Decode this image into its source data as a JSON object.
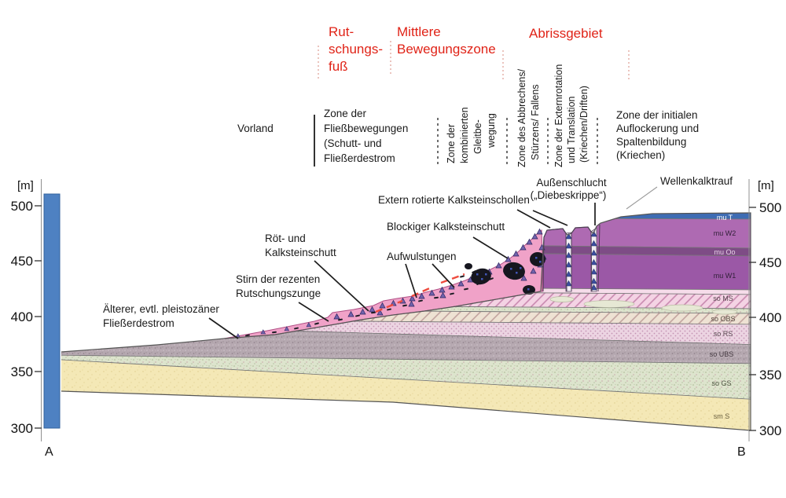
{
  "zone_headers": {
    "color": "#e02317",
    "rutschungsfuss": {
      "l1": "Rut-",
      "l2": "schungs-",
      "l3": "fuß"
    },
    "mittlere": {
      "l1": "Mittlere",
      "l2": "Bewegungszone"
    },
    "abrissgebiet": "Abrissgebiet"
  },
  "zone_labels": {
    "vorland": "Vorland",
    "fliessbewegungen": {
      "l1": "Zone der",
      "l2": "Fließbewegungen",
      "l3": "(Schutt- und",
      "l4": "Fließerdestrom"
    },
    "gleitbewegung": {
      "l1": "Zone der",
      "l2": "kombinierten",
      "l3": "Gleitbe-",
      "l4": "wegung"
    },
    "abbrechen": {
      "l1": "Zone des Abbrechens/",
      "l2": "Stürzens/ Fallens"
    },
    "externrotation": {
      "l1": "Zone der Externrotation",
      "l2": "und Translation",
      "l3": "(Kriechen/Driften)"
    },
    "auflockerung": {
      "l1": "Zone der initialen",
      "l2": "Auflockerung und",
      "l3": "Spaltenbildung",
      "l4": "(Kriechen)"
    }
  },
  "annotations": {
    "aussenschlucht": {
      "l1": "Außenschlucht",
      "l2": "(„Diebeskrippe“)"
    },
    "wellenkalktrauf": "Wellenkalktrauf",
    "extern_rotierte": "Extern rotierte Kalksteinschollen",
    "blockiger": "Blockiger Kalksteinschutt",
    "aufwulstungen": "Aufwulstungen",
    "roet": {
      "l1": "Röt- und",
      "l2": "Kalksteinschutt"
    },
    "stirn": {
      "l1": "Stirn der rezenten",
      "l2": "Rutschungszunge"
    },
    "aelterer": {
      "l1": "Älterer, evtl. pleistozäner",
      "l2": "Fließerdestrom"
    }
  },
  "axes": {
    "unit": "[m]",
    "ticks": [
      "500",
      "450",
      "400",
      "350",
      "300"
    ],
    "profile_start": "A",
    "profile_end": "B"
  },
  "strata": [
    {
      "code": "mu T"
    },
    {
      "code": "mu W2"
    },
    {
      "code": "mu Oo"
    },
    {
      "code": "mu W1"
    },
    {
      "code": "so MS"
    },
    {
      "code": "so OBS"
    },
    {
      "code": "so RS"
    },
    {
      "code": "so UBS"
    },
    {
      "code": "so GS"
    },
    {
      "code": "sm S"
    }
  ],
  "colors": {
    "mu_t": "#3e6cb3",
    "mu_w2": "#ae6ab2",
    "mu_oo": "#7e4c86",
    "mu_w1": "#9b58a6",
    "soMS_light": "#f6dcea",
    "landslide_pink": "#f0a2c8",
    "sand_smS": "#f4e8b6",
    "slip_line_red": "#ee4b3e",
    "bar_blue": "#4e81c2"
  }
}
